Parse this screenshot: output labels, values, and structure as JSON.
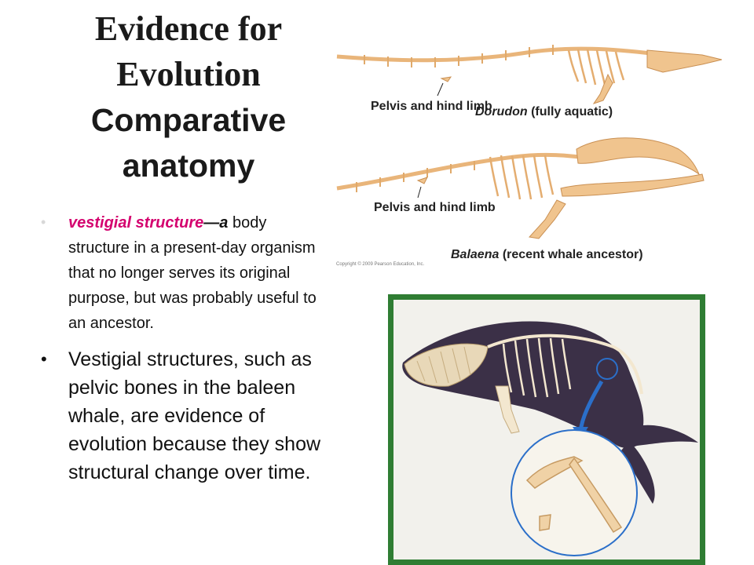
{
  "title": {
    "line1": "Evidence for",
    "line2": "Evolution",
    "line3": "Comparative",
    "line4": "anatomy"
  },
  "bullet1": {
    "term": "vestigial structure",
    "dash": "—a",
    "text": " body structure in a present-day organism that no longer serves its original purpose, but was probably useful to an ancestor."
  },
  "bullet2": {
    "text": "Vestigial structures, such as pelvic bones in the baleen whale, are evidence of evolution because they show structural change over time."
  },
  "figure": {
    "label_pelvis_top": "Pelvis and hind limb",
    "dorudon_name": "Dorudon",
    "dorudon_note": " (fully aquatic)",
    "label_pelvis_bottom": "Pelvis and hind limb",
    "balaena_name": "Balaena",
    "balaena_note": " (recent whale ancestor)",
    "copyright": "Copyright © 2009 Pearson Education, Inc."
  },
  "colors": {
    "term": "#d4006e",
    "bone": "#f0c48e",
    "bone_edge": "#c98f52",
    "whale_body": "#3b3047",
    "frame": "#2f7d33",
    "arrow": "#2b6fc9"
  }
}
